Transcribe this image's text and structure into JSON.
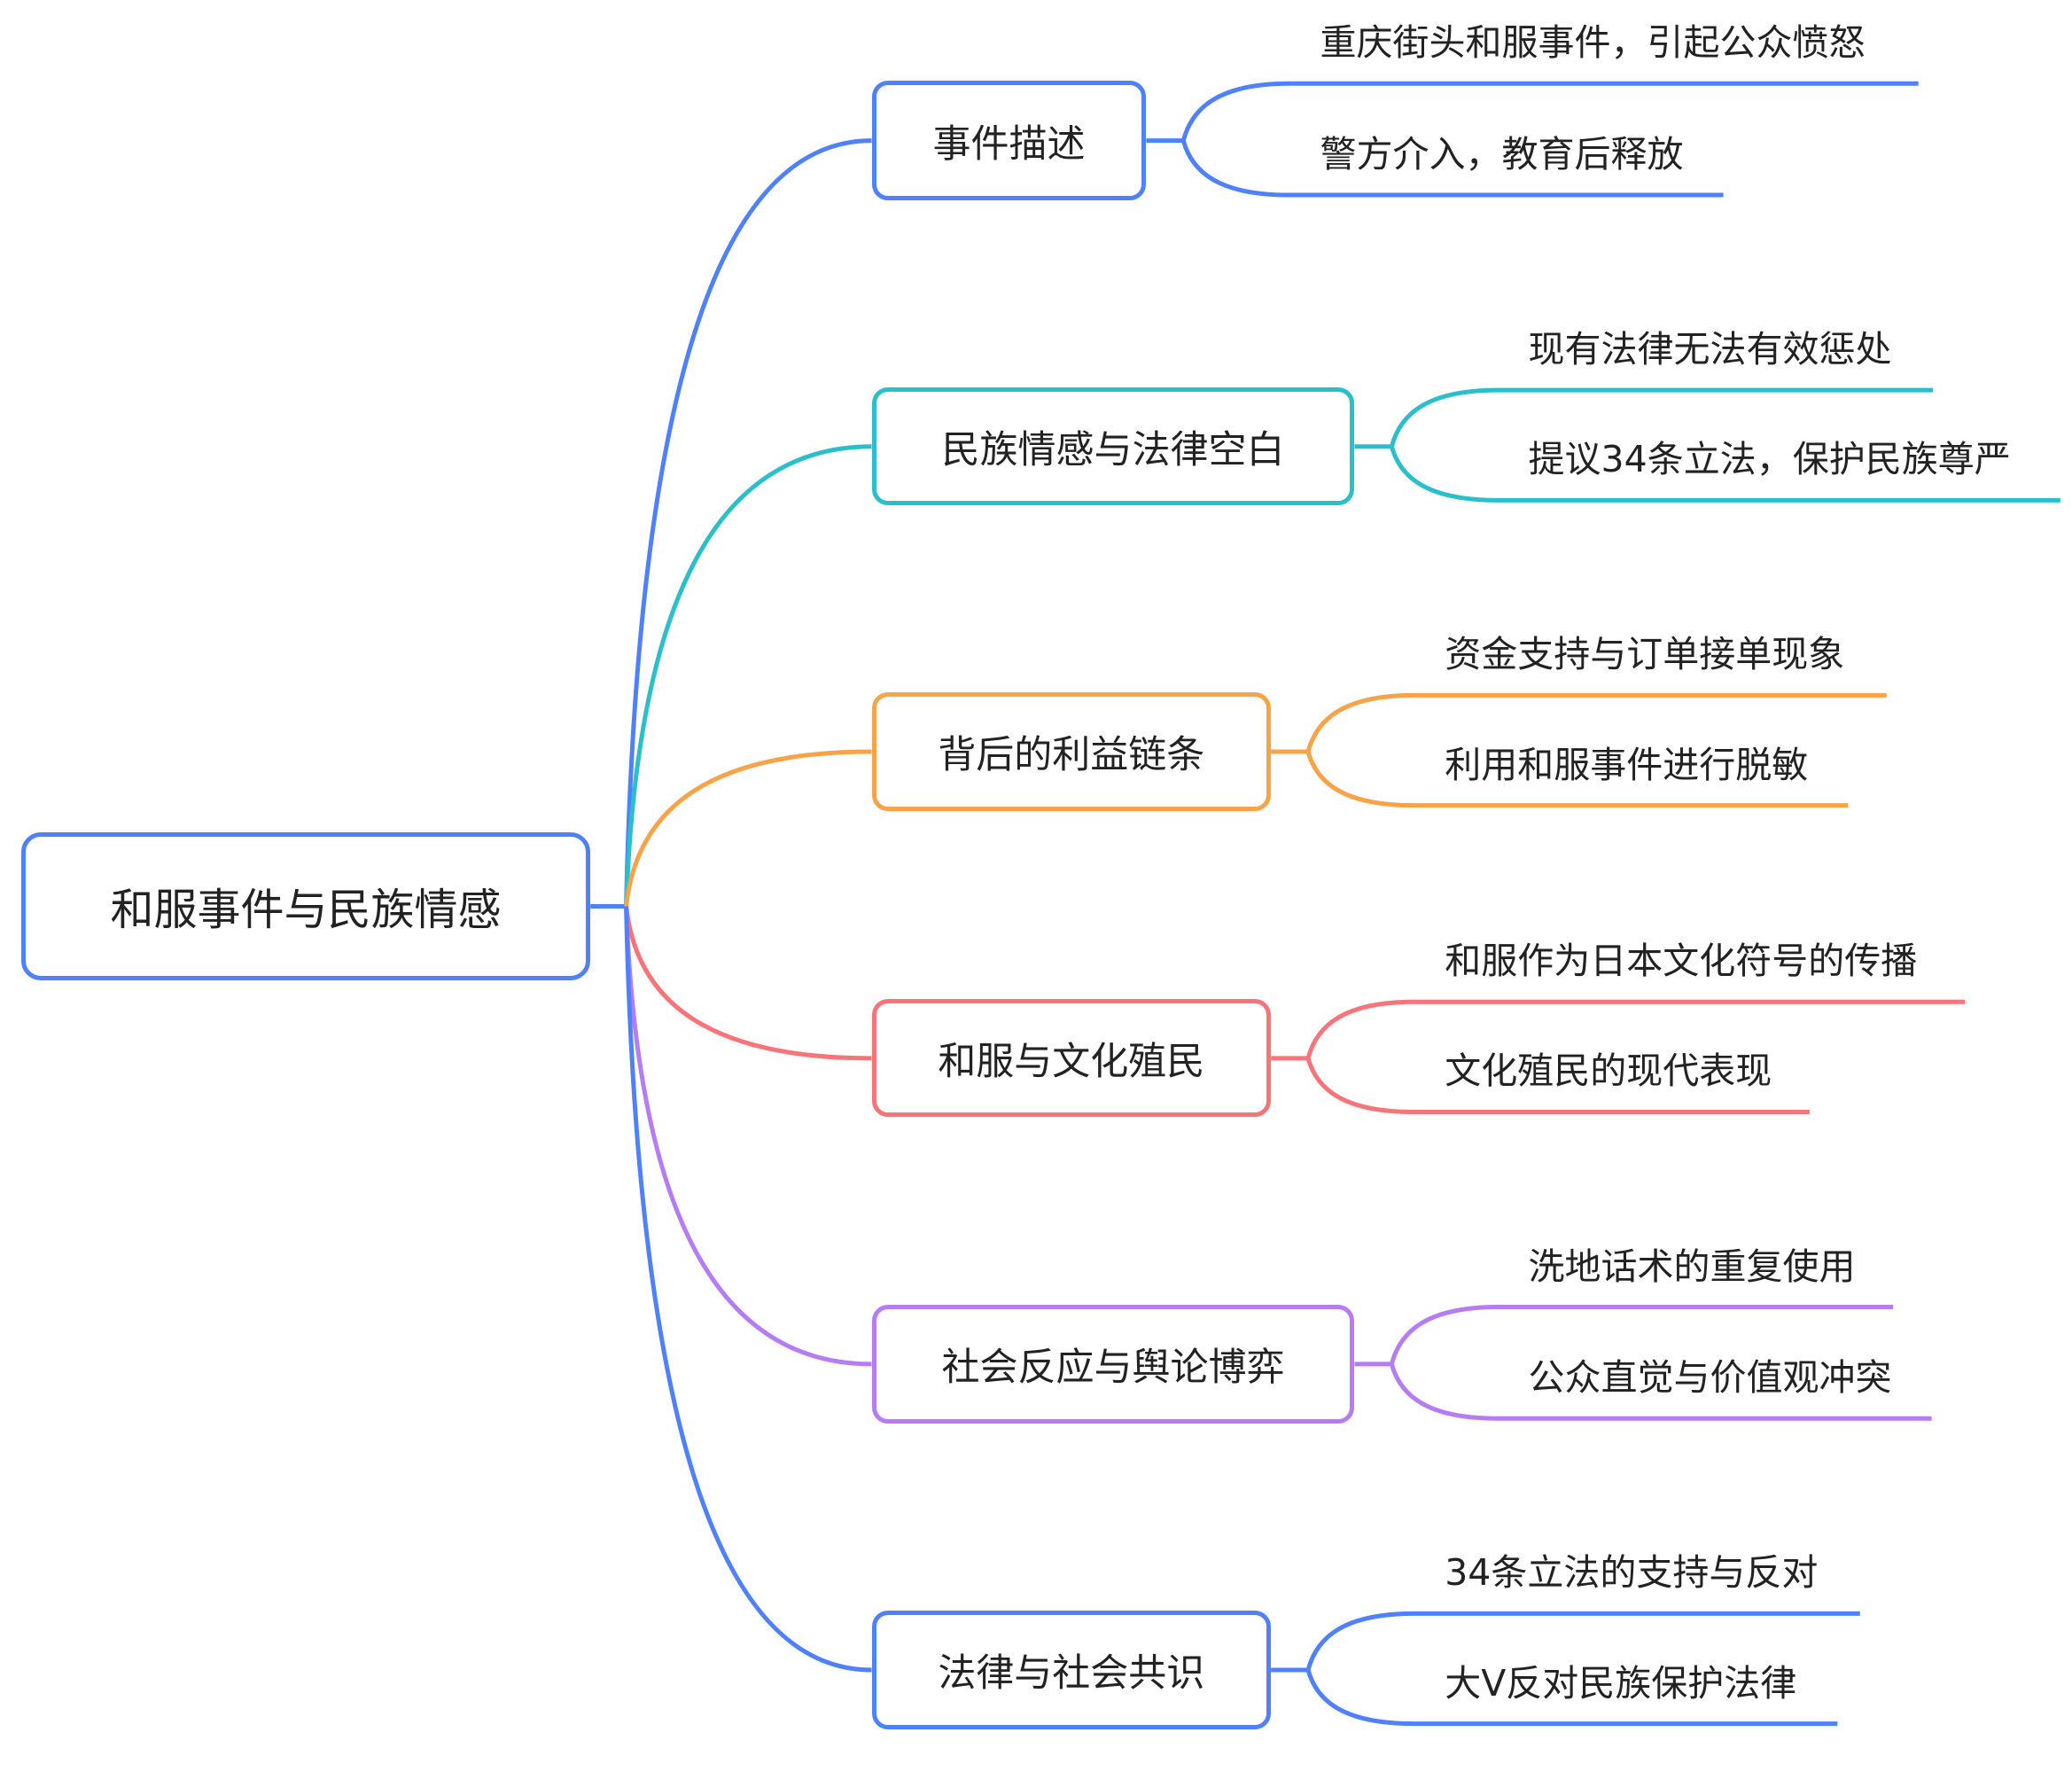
{
  "mindmap": {
    "root": {
      "label": "和服事件与民族情感",
      "color": "#4f81ff"
    },
    "branches": [
      {
        "label": "事件描述",
        "color": "#4f81ff",
        "leaves": [
          "重庆街头和服事件，引起公众愤怒",
          "警方介入，教育后释放"
        ]
      },
      {
        "label": "民族情感与法律空白",
        "color": "#2bbfcc",
        "leaves": [
          "现有法律无法有效惩处",
          "提议34条立法，保护民族尊严"
        ]
      },
      {
        "label": "背后的利益链条",
        "color": "#f8a347",
        "leaves": [
          "资金支持与订单接单现象",
          "利用和服事件进行脱敏"
        ]
      },
      {
        "label": "和服与文化殖民",
        "color": "#f87478",
        "leaves": [
          "和服作为日本文化符号的传播",
          "文化殖民的现代表现"
        ]
      },
      {
        "label": "社会反应与舆论博弈",
        "color": "#b57cf6",
        "leaves": [
          "洗地话术的重复使用",
          "公众直觉与价值观冲突"
        ]
      },
      {
        "label": "法律与社会共识",
        "color": "#4f81ff",
        "leaves": [
          "34条立法的支持与反对",
          "大V反对民族保护法律"
        ]
      }
    ]
  }
}
